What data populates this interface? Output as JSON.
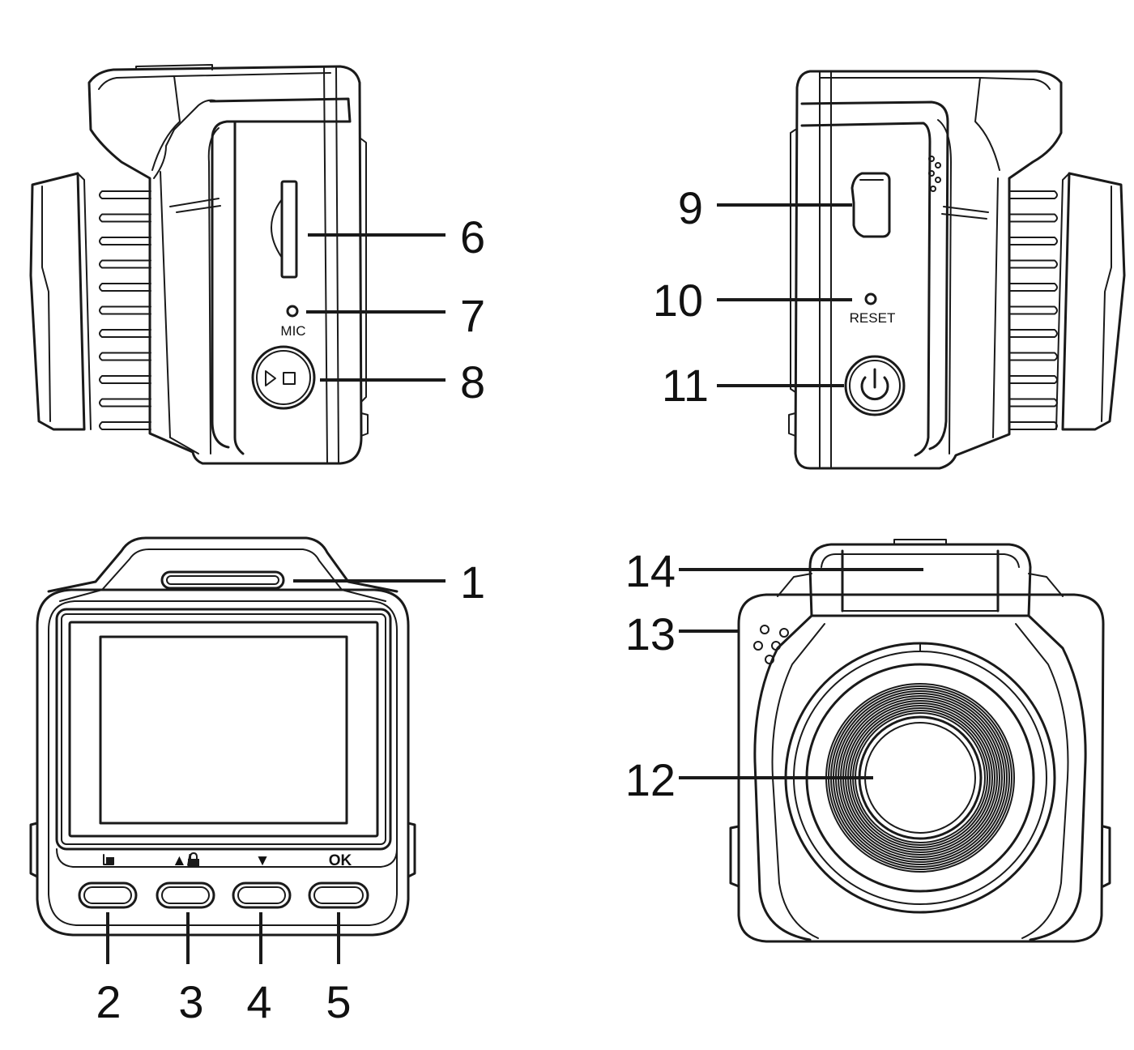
{
  "callouts": {
    "c1": "1",
    "c2": "2",
    "c3": "3",
    "c4": "4",
    "c5": "5",
    "c6": "6",
    "c7": "7",
    "c8": "8",
    "c9": "9",
    "c10": "10",
    "c11": "11",
    "c12": "12",
    "c13": "13",
    "c14": "14"
  },
  "labels": {
    "mic": "MIC",
    "reset": "RESET",
    "button_ok": "OK",
    "button_up": "▲/",
    "button_down": "▼"
  },
  "icons": {
    "mode": "menu-mode-icon",
    "lock": "lock-icon",
    "power": "power-icon",
    "play_stop": "play-stop-icon"
  },
  "colors": {
    "line": "#1a1a1a",
    "background": "#ffffff"
  }
}
